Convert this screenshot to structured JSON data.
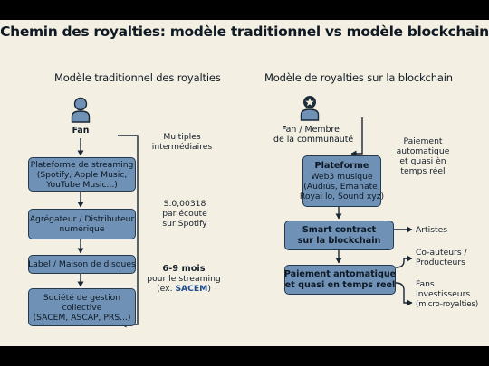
{
  "title": "Chemin des royalties: modèle traditionnel vs modèle blockchain",
  "left": {
    "heading": "Modèle traditionnel des royalties",
    "actor": "Fan",
    "boxes": [
      {
        "lines": [
          "Plateforme de streaming",
          "(Spotify, Apple Music,",
          "YouTube Music...)"
        ]
      },
      {
        "lines": [
          "Agrégateur / Distributeur",
          "numérique"
        ]
      },
      {
        "lines": [
          "Label / Maison de disques"
        ]
      },
      {
        "lines": [
          "Société de gestion",
          "collective",
          "(SACEM, ASCAP, PRS...)"
        ]
      }
    ],
    "notes": {
      "intermediaries": [
        "Multiples",
        "intermédiaires"
      ],
      "per_stream": [
        "S.0,00318",
        "par écoute",
        "sur Spotify"
      ],
      "delay_bold": "6-9 mois",
      "delay_line2": "pour le streaming",
      "delay_line3_prefix": "(ex. ",
      "delay_line3_accent": "SACEM",
      "delay_line3_suffix": ")"
    }
  },
  "right": {
    "heading": "Modèle de royalties sur la blockchain",
    "actor": [
      "Fan / Membre",
      "de la communauté"
    ],
    "boxes": [
      {
        "lines": [
          "Plateforme",
          "Web3 musique",
          "(Audius, Emanate,",
          "Royai lo, Sound xyz)"
        ]
      },
      {
        "lines": [
          "Smart contract",
          "sur la blockchain"
        ]
      },
      {
        "lines": [
          "Paiement antomatique",
          "et quasi en temps reel"
        ]
      }
    ],
    "notes": {
      "auto_payment": [
        "Paiement",
        "automatique",
        "et quasi èn",
        "temps réel"
      ]
    },
    "recipients": {
      "artists": "Artistes",
      "coauthors": [
        "Co-auteurs /",
        "Producteurs"
      ],
      "fans": [
        "Fans",
        "Investisseurs",
        "(micro-royalties)"
      ]
    }
  },
  "colors": {
    "background": "#f4efe3",
    "box_fill": "#6f91b6",
    "box_border": "#22394f",
    "line": "#1a2733",
    "accent": "#1d4a8c"
  },
  "icons": {
    "left_actor": "person-icon",
    "right_actor": "person-star-icon"
  }
}
